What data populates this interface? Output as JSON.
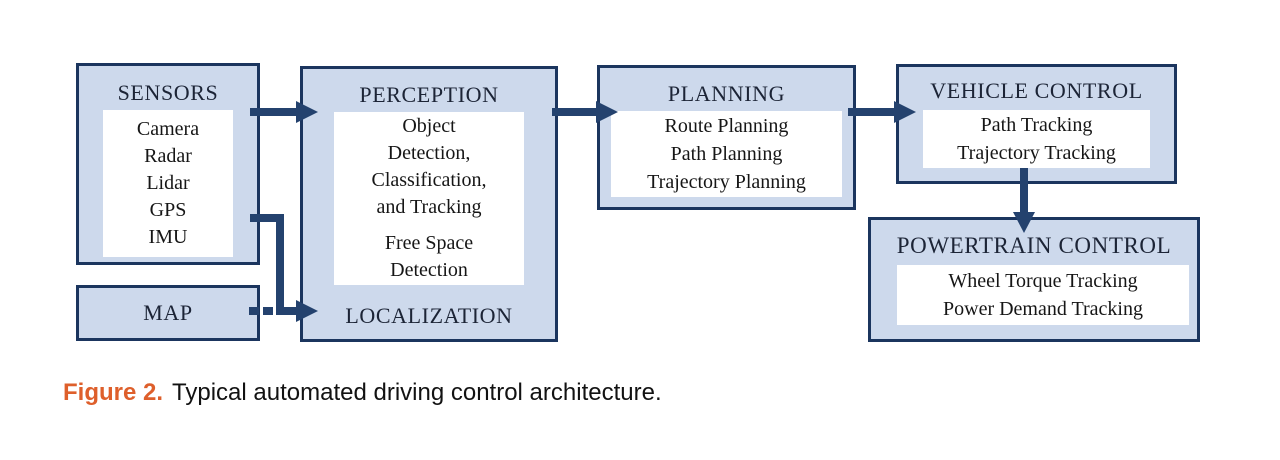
{
  "diagram": {
    "sensors": {
      "title": "SENSORS",
      "items": [
        "Camera",
        "Radar",
        "Lidar",
        "GPS",
        "IMU"
      ]
    },
    "map": {
      "title": "MAP"
    },
    "perception": {
      "title": "PERCEPTION",
      "object_lines": [
        "Object",
        "Detection,",
        "Classification,",
        "and Tracking"
      ],
      "freespace_lines": [
        "Free Space",
        "Detection"
      ],
      "localization": "LOCALIZATION"
    },
    "planning": {
      "title": "PLANNING",
      "items": [
        "Route Planning",
        "Path Planning",
        "Trajectory Planning"
      ]
    },
    "vehicle_control": {
      "title": "VEHICLE CONTROL",
      "items": [
        "Path Tracking",
        "Trajectory Tracking"
      ]
    },
    "powertrain_control": {
      "title": "POWERTRAIN CONTROL",
      "items": [
        "Wheel Torque Tracking",
        "Power Demand Tracking"
      ]
    }
  },
  "caption": {
    "label": "Figure 2.",
    "text": "Typical automated driving control architecture."
  },
  "colors": {
    "box_fill": "#cdd9ec",
    "box_border": "#1b355e",
    "arrow": "#24426e",
    "caption_accent": "#de5f2b"
  }
}
